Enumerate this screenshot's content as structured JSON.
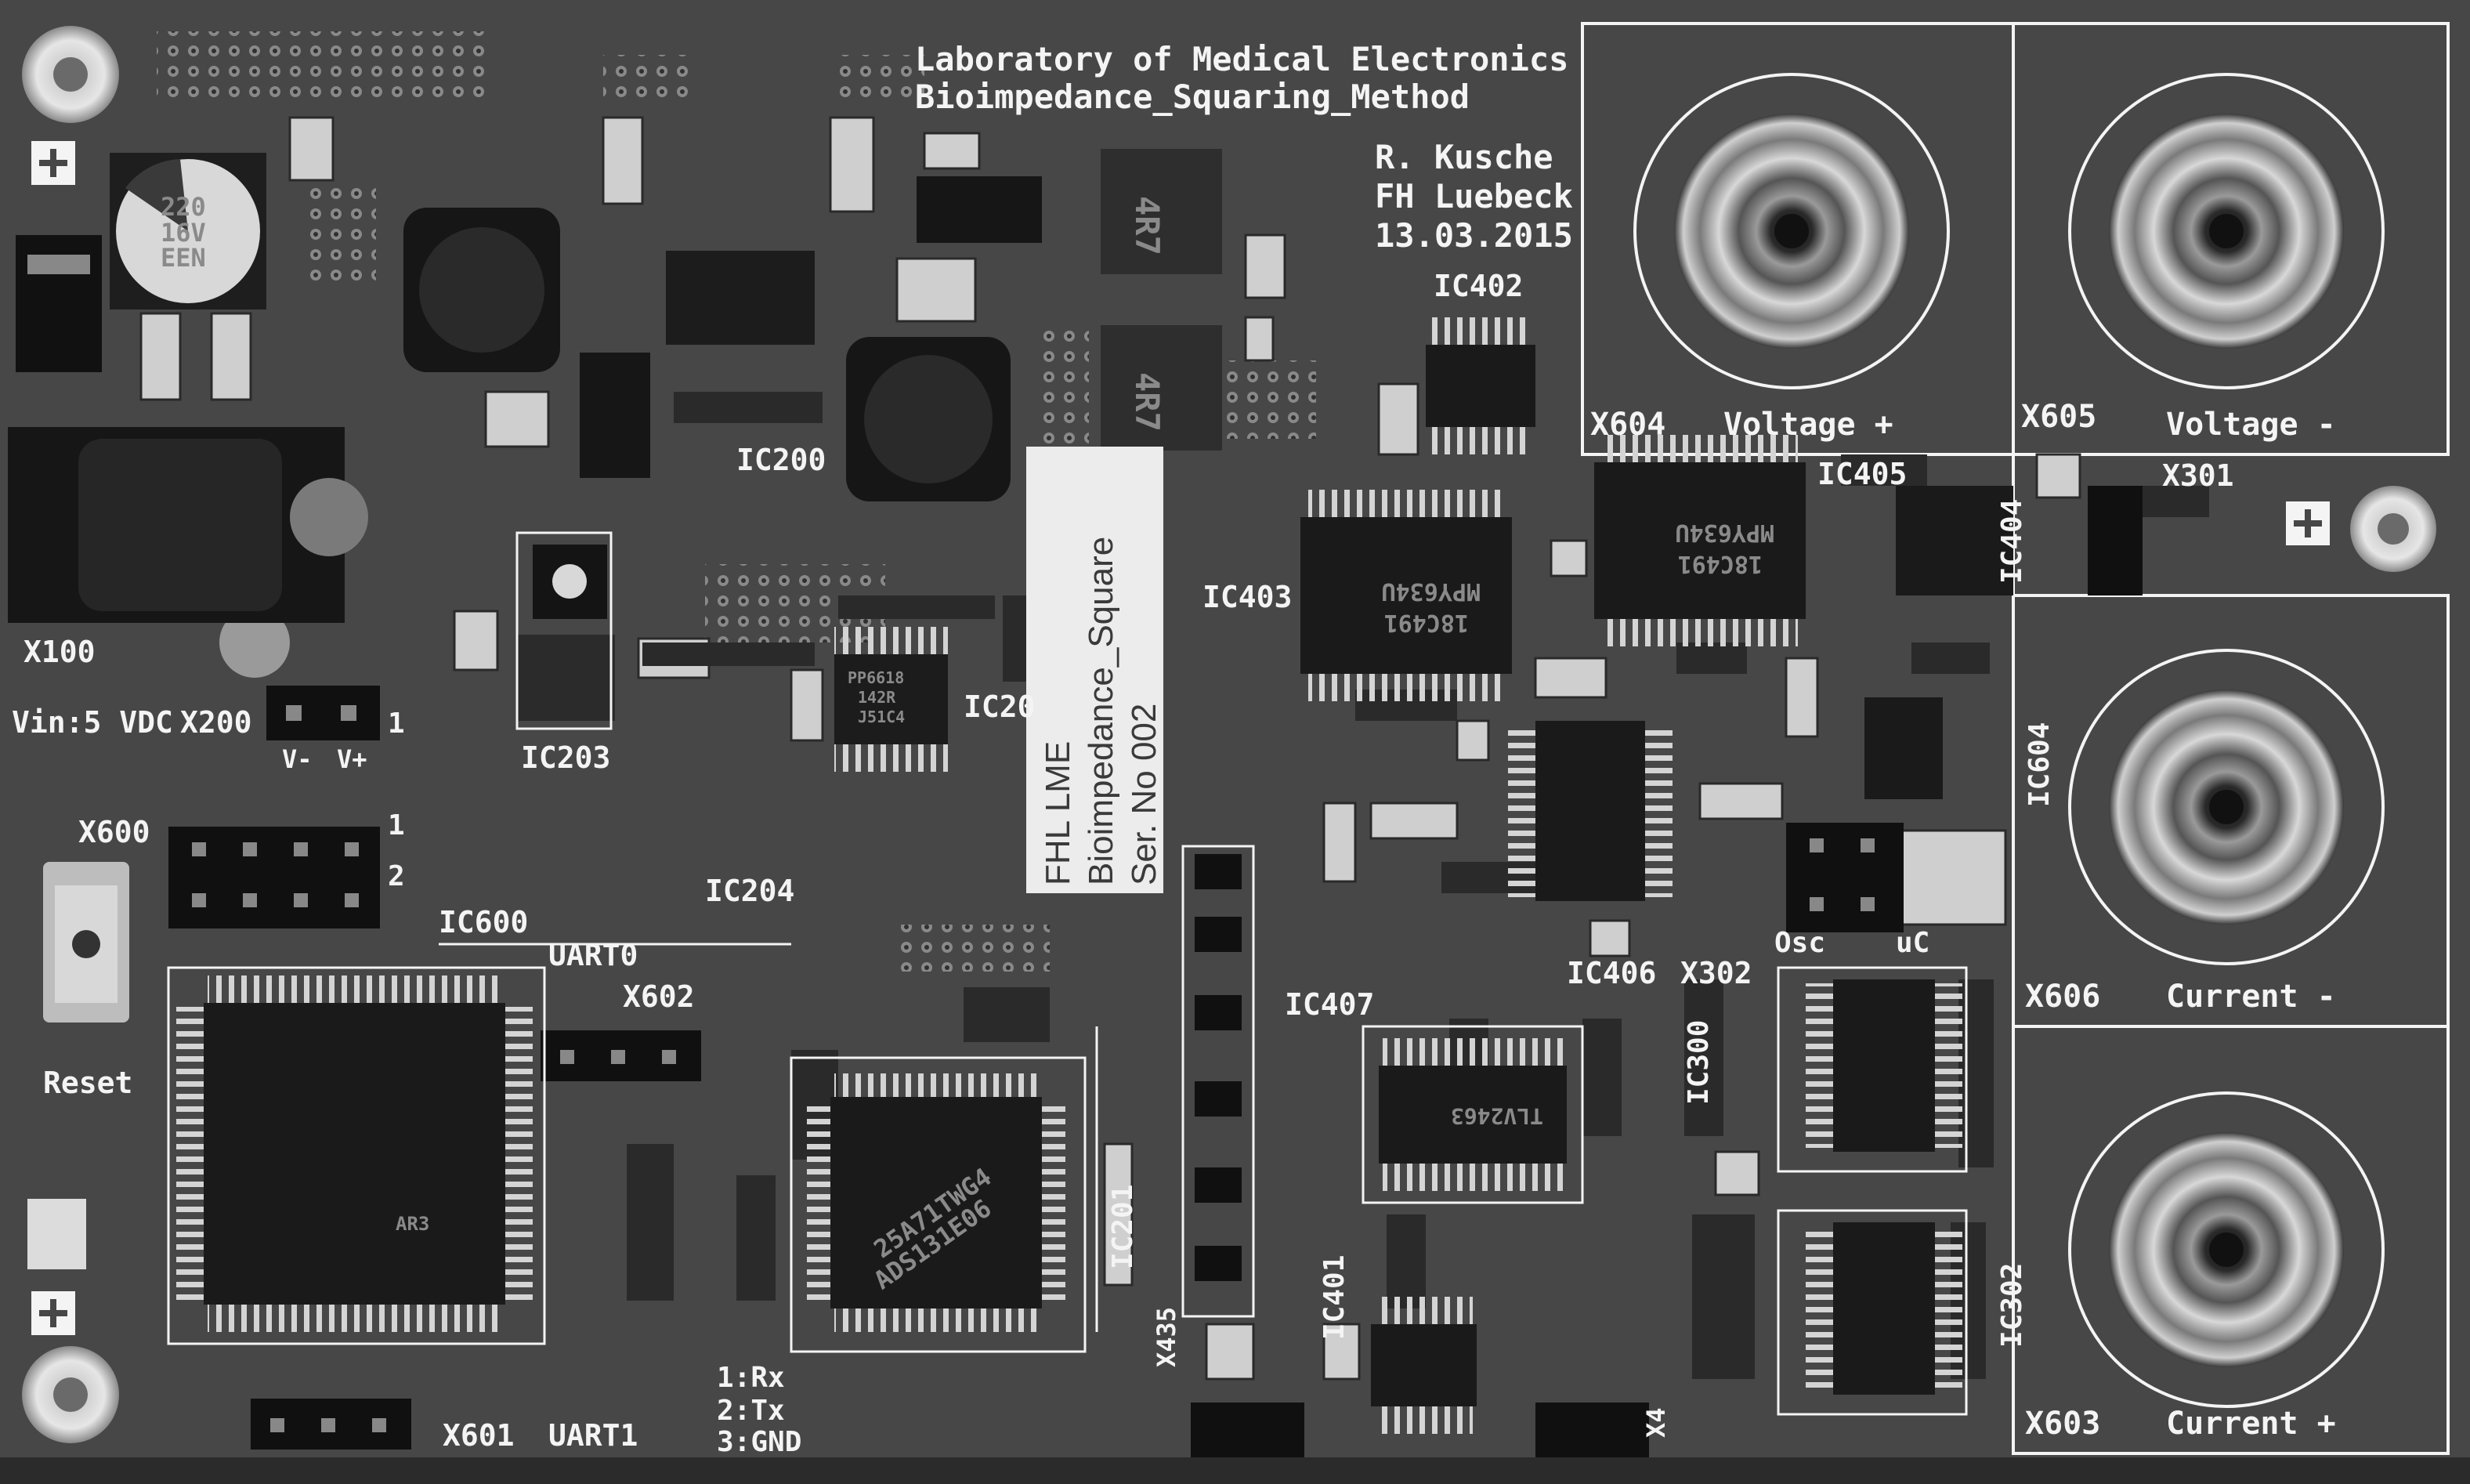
{
  "colors": {
    "board": "#4a4a4a",
    "silkscreen": "#f4f4f4",
    "ic_body": "#1c1c1c",
    "sticker": "#ececec"
  },
  "title_block": {
    "line1": "Laboratory of Medical Electronics",
    "line2": "Bioimpedance_Squaring_Method",
    "author": "R. Kusche",
    "institution": "FH Luebeck",
    "date": "13.03.2015"
  },
  "sticker": {
    "line1": "FHL LME",
    "line2": "Bioimpedance_Square",
    "line3": "Ser. No 002"
  },
  "capacitor": {
    "value": "220",
    "voltage": "16V",
    "series": "EEN"
  },
  "connectors": {
    "x604": {
      "ref": "X604",
      "label": "Voltage +"
    },
    "x605": {
      "ref": "X605",
      "label": "Voltage -"
    },
    "x606": {
      "ref": "X606",
      "label": "Current -"
    },
    "x603": {
      "ref": "X603",
      "label": "Current +"
    }
  },
  "refs": {
    "x100": "X100",
    "vin": "Vin:5 VDC",
    "x200": "X200",
    "pin1": "1",
    "pin2": "2",
    "v_minus": "V-",
    "v_plus": "V+",
    "x600": "X600",
    "reset": "Reset",
    "ic600": "IC600",
    "uart0": "UART0",
    "x602": "X602",
    "ic204": "IC204",
    "ic203": "IC203",
    "ic200": "IC200",
    "ic202": "IC20",
    "ic201": "IC201",
    "x601": "X601",
    "uart1": "UART1",
    "pinout1": "1:Rx",
    "pinout2": "2:Tx",
    "pinout3": "3:GND",
    "ic402": "IC402",
    "ic403": "IC403",
    "ic405": "IC405",
    "ic404": "IC404",
    "x301": "X301",
    "ic407": "IC407",
    "ic406": "IC406",
    "x302": "X302",
    "osc": "Osc",
    "uc": "uC",
    "ic300": "IC300",
    "ic604": "IC604",
    "ic302": "IC302",
    "ic401": "IC401",
    "x435": "X435",
    "x4": "X4"
  },
  "chip_marks": {
    "mcu": "AR3",
    "ti_chip_line1": "25A71TWG4",
    "ti_chip_line2": "ADS131E06",
    "ic202_line1": "PP6618",
    "ic202_line2": "142R",
    "ic202_line3": "J51C4",
    "ic403_line1": "MPY634U",
    "ic403_line2": "18C491",
    "ic405_line1": "MPY634U",
    "ic405_line2": "18C491",
    "ic407_line1": "TLV2463",
    "inductor1": "4R7",
    "inductor2": "4R7"
  }
}
